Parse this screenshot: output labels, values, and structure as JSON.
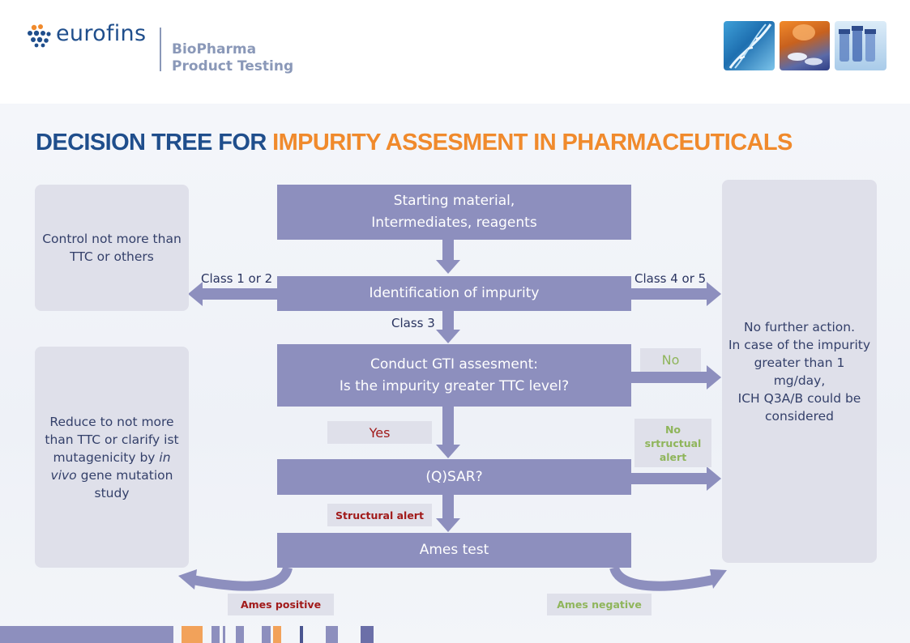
{
  "header": {
    "logo_text": "eurofins",
    "division_line1": "BioPharma",
    "division_line2": "Product Testing"
  },
  "title": {
    "part1": "DECISION TREE FOR ",
    "part2": "IMPURITY ASSESMENT IN PHARMACEUTICALS"
  },
  "colors": {
    "title_blue": "#1f4e8c",
    "title_orange": "#f08a2c",
    "box_fill": "#8d8fbe",
    "side_fill": "#dfe0ea",
    "arrow": "#8d8fbe",
    "red_text": "#a11a1a",
    "green_text": "#8fb55b"
  },
  "flow": {
    "start_line1": "Starting material,",
    "start_line2": "Intermediates, reagents",
    "identify": "Identification  of impurity",
    "gti_line1": "Conduct GTI assesment:",
    "gti_line2": "Is the impurity greater TTC level?",
    "qsar": "(Q)SAR?",
    "ames": "Ames test"
  },
  "labels": {
    "class12": "Class 1 or 2",
    "class45": "Class 4 or 5",
    "class3": "Class 3",
    "no": "No",
    "yes": "Yes",
    "no_struct_1": "No",
    "no_struct_2": "srtructual",
    "no_struct_3": "alert",
    "struct_alert": "Structural alert",
    "ames_pos": "Ames positive",
    "ames_neg": "Ames negative"
  },
  "side": {
    "control_line1": "Control not more than",
    "control_line2": "TTC or others",
    "reduce_line1": "Reduce to not more",
    "reduce_line2": "than TTC or clarify ist",
    "reduce_line3a": "mutagenicity by ",
    "reduce_line3b": "in",
    "reduce_line4a": "vivo",
    "reduce_line4b": " gene mutation",
    "reduce_line5": "study",
    "nofurther_line1": "No further action.",
    "nofurther_line2": "In case of the impurity",
    "nofurther_line3": "greater than 1",
    "nofurther_line4": "mg/day,",
    "nofurther_line5": "ICH Q3A/B could be",
    "nofurther_line6": "considered"
  },
  "images": [
    "dna-photo",
    "pills-photo",
    "vials-photo"
  ]
}
